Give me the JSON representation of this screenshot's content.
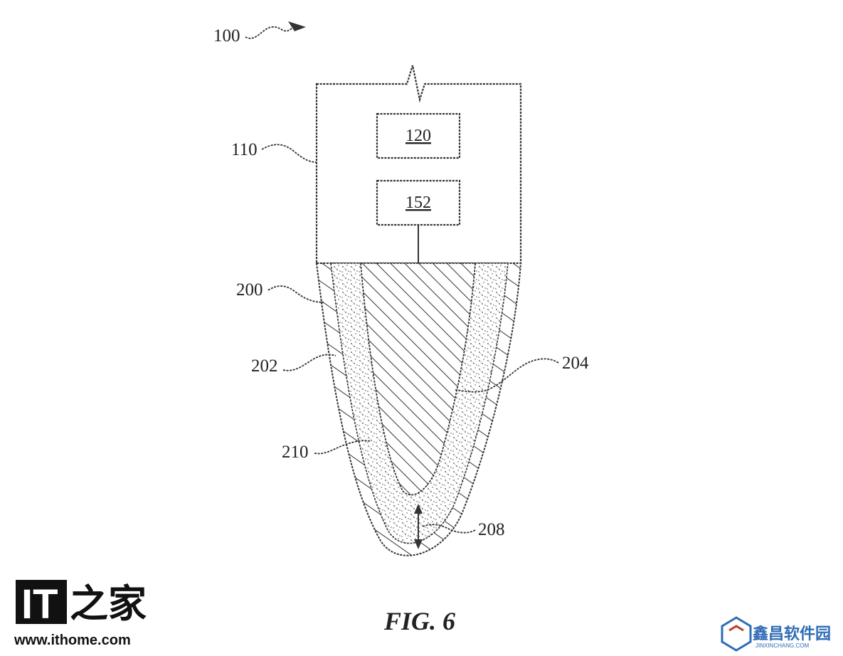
{
  "figure": {
    "caption": "FIG. 6",
    "refs": {
      "r100": "100",
      "r110": "110",
      "r120": "120",
      "r152": "152",
      "r200": "200",
      "r202": "202",
      "r204": "204",
      "r208": "208",
      "r210": "210"
    }
  },
  "watermarks": {
    "ithome_logo_cn": "之家",
    "ithome_logo_it": "IT",
    "ithome_url": "www.ithome.com",
    "jinchang_name": "鑫昌软件园",
    "jinchang_url": "JINXINCHANG.COM"
  },
  "colors": {
    "line": "#333333",
    "watermark_blue": "#2f6cb5",
    "watermark_red": "#c0392b"
  }
}
